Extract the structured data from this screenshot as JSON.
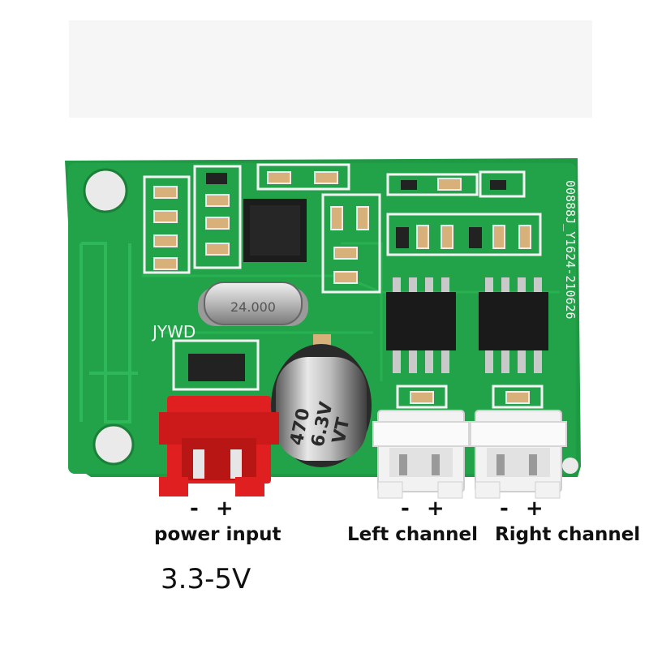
{
  "board": {
    "silkscreen_brand": "JYWD",
    "silkscreen_serial": "00888J_Y1624-210626",
    "crystal_marking": "24.000",
    "capacitor_value": "470",
    "capacitor_voltage": "6.3V",
    "capacitor_series": "VT"
  },
  "connectors": [
    {
      "polarity": "- +",
      "name": "power input",
      "voltage": "3.3-5V",
      "color": "#e02020"
    },
    {
      "polarity": "- +",
      "name": "Left channel",
      "color": "#f2f2f2"
    },
    {
      "polarity": "- +",
      "name": "Right channel",
      "color": "#f2f2f2"
    }
  ],
  "colors": {
    "pcb": "#22a34a",
    "pcb_trace": "#2dbb57",
    "silkscreen": "#f5f5f5",
    "background": "#ffffff"
  }
}
